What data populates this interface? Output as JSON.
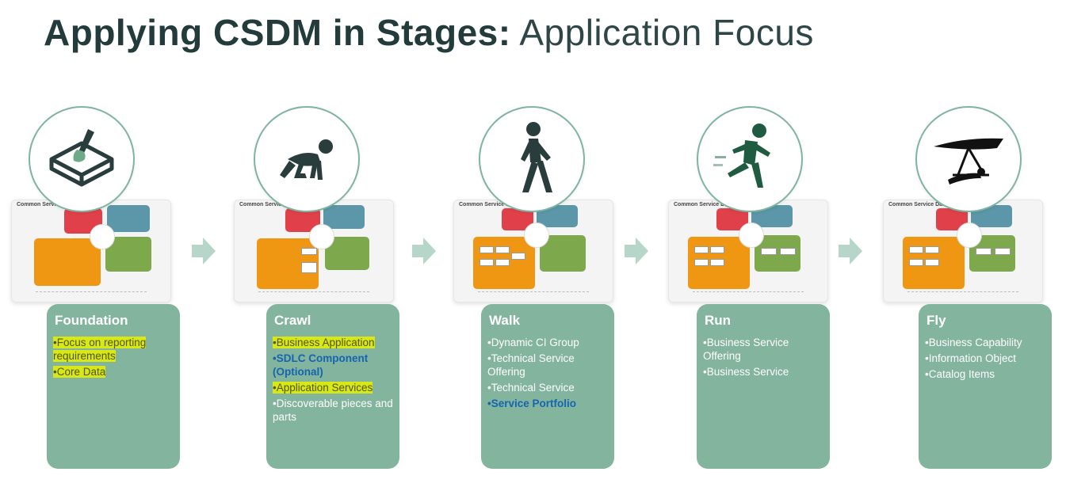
{
  "title": {
    "bold": "Applying CSDM in Stages:",
    "light": "Application Focus"
  },
  "thumbnail_title": "Common Service Data Mo",
  "stages": [
    {
      "name": "Foundation",
      "icon": "shovel-box-icon",
      "items": [
        {
          "text": "Focus on reporting requirements",
          "highlight": true
        },
        {
          "text": "Core Data",
          "highlight": true
        }
      ]
    },
    {
      "name": "Crawl",
      "icon": "crawling-person-icon",
      "items": [
        {
          "text": "Business Application",
          "highlight": true
        },
        {
          "text": "SDLC Component (Optional)",
          "emphasis": true
        },
        {
          "text": "Application Services",
          "highlight": true
        },
        {
          "text": "Discoverable pieces and parts"
        }
      ]
    },
    {
      "name": "Walk",
      "icon": "walking-person-icon",
      "items": [
        {
          "text": "Dynamic CI Group"
        },
        {
          "text": "Technical Service Offering"
        },
        {
          "text": "Technical Service"
        },
        {
          "text": "Service Portfolio",
          "emphasis": true
        }
      ]
    },
    {
      "name": "Run",
      "icon": "running-person-icon",
      "items": [
        {
          "text": "Business Service Offering"
        },
        {
          "text": "Business Service"
        }
      ]
    },
    {
      "name": "Fly",
      "icon": "hang-glider-icon",
      "items": [
        {
          "text": "Business Capability"
        },
        {
          "text": "Information Object"
        },
        {
          "text": "Catalog Items"
        }
      ]
    }
  ],
  "colors": {
    "card": "#83b49d",
    "circle_border": "#7fb59e",
    "arrow": "#b5d6c8",
    "title": "#233b3b",
    "emphasis": "#1565b0",
    "highlight": "#e8f000"
  }
}
